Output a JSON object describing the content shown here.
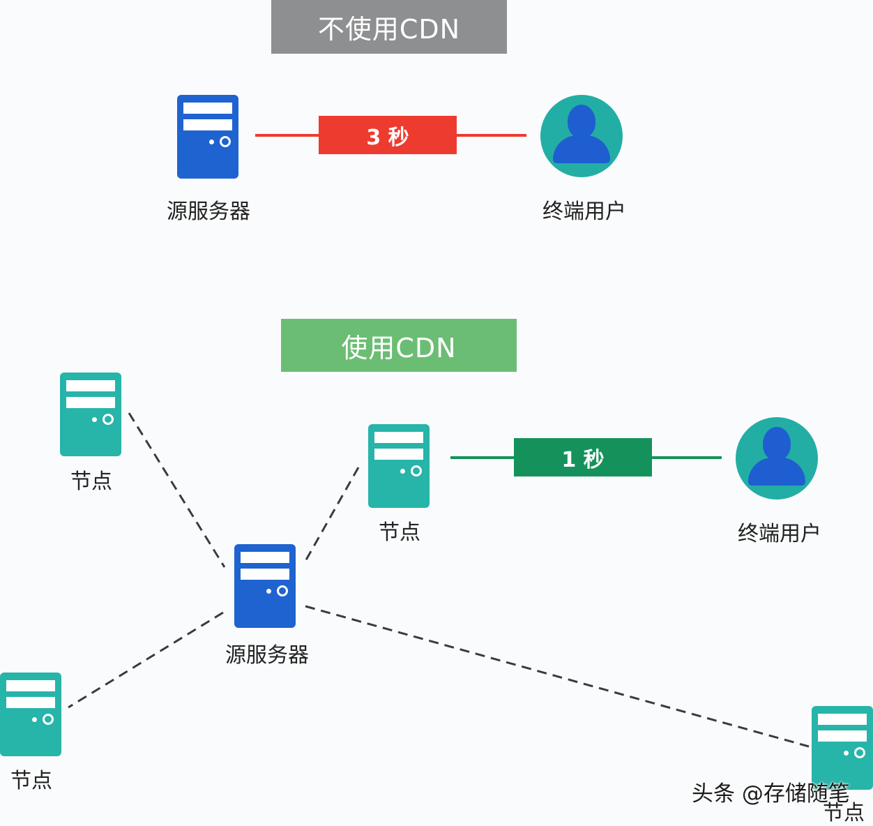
{
  "top_section": {
    "title": "不使用CDN",
    "source_label": "源服务器",
    "user_label": "终端用户",
    "time_label": "3 秒"
  },
  "bottom_section": {
    "title": "使用CDN",
    "source_label": "源服务器",
    "user_label": "终端用户",
    "time_label": "1 秒",
    "node_labels": [
      "节点",
      "节点",
      "节点",
      "节点"
    ]
  },
  "watermark": "头条 @存储随笔",
  "colors": {
    "source_server": "#1e63d0",
    "node_server": "#27b4a9",
    "user_circle": "#22aea4",
    "slow_accent": "#ee3b2f",
    "fast_accent": "#15925b",
    "gray_banner": "#8e8f91",
    "green_banner": "#6cbd74"
  },
  "icons": [
    "server-icon",
    "user-icon"
  ]
}
